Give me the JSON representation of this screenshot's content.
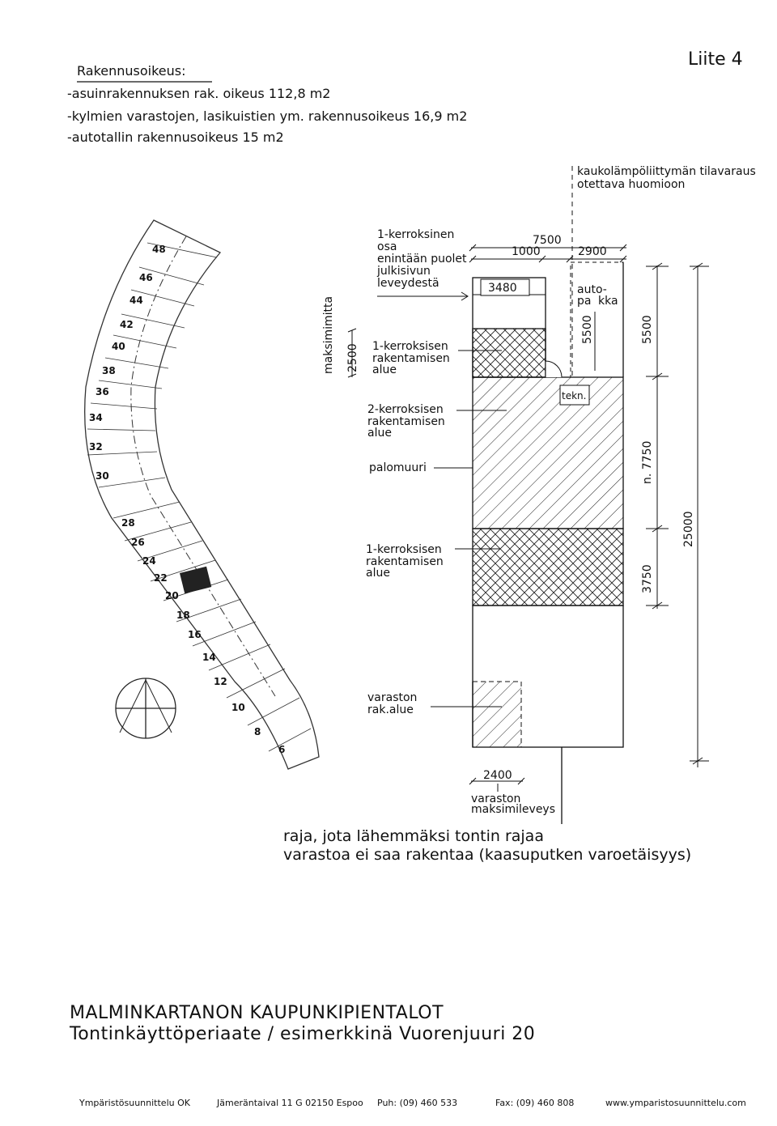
{
  "attachment": "Liite 4",
  "rights": {
    "heading": "Rakennusoikeus:",
    "lines": [
      "-asuinrakennuksen rak. oikeus  112,8 m2",
      "-kylmien varastojen, lasikuistien ym. rakennusoikeus  16,9 m2",
      "-autotallin rakennusoikeus 15 m2"
    ]
  },
  "heat_note": [
    "kaukolämpöliittymän tilavaraus",
    "otettava huomioon"
  ],
  "labels": {
    "max_width": "maksimimitta",
    "half_width": [
      "1-kerroksinen",
      "osa",
      "enintään puolet",
      "julkisivun",
      "leveydestä"
    ],
    "one_floor_top": [
      "1-kerroksisen",
      "rakentamisen",
      "alue"
    ],
    "two_floor": [
      "2-kerroksisen",
      "rakentamisen",
      "alue"
    ],
    "firewall": "palomuuri",
    "one_floor_bottom": [
      "1-kerroksisen",
      "rakentamisen",
      "alue"
    ],
    "storage_area": [
      "varaston",
      "rak.alue"
    ],
    "storage_width": [
      "varaston",
      "maksimileveys"
    ],
    "carport": [
      "auto-",
      "pa",
      "kka"
    ],
    "tech": "tekn.",
    "limit_note": [
      "raja, jota lähemmäksi tontin rajaa",
      "varastoa ei saa rakentaa (kaasuputken varoetäisyys)"
    ]
  },
  "dimensions": {
    "d7500": "7500",
    "d1000": "1000",
    "d2900": "2900",
    "d3480": "3480",
    "d2500": "2500",
    "d5500_carport": "5500",
    "d5500": "5500",
    "d7750": "n. 7750",
    "d3750": "3750",
    "d25000": "25000",
    "d2400": "2400"
  },
  "lots": [
    "48",
    "46",
    "44",
    "42",
    "40",
    "38",
    "36",
    "34",
    "32",
    "30",
    "28",
    "26",
    "24",
    "22",
    "20",
    "18",
    "16",
    "14",
    "12",
    "10",
    "8",
    "6"
  ],
  "title": {
    "main": "MALMINKARTANON KAUPUNKIPIENTALOT",
    "sub": "Tontinkäyttöperiaate / esimerkkinä Vuorenjuuri 20"
  },
  "footer": {
    "company": "Ympäristösuunnittelu OK",
    "address": "Jämeräntaival 11 G   02150 Espoo",
    "phone": "Puh:  (09)  460 533",
    "fax": "Fax:  (09)  460 808",
    "web": "www.ymparistosuunnittelu.com"
  }
}
